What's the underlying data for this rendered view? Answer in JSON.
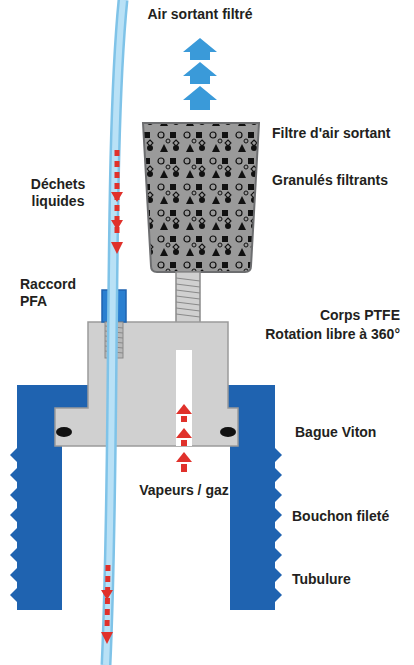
{
  "diagram": {
    "labels": [
      "Air sortant filtré",
      "Filtre d'air sortant",
      "Granulés filtrants",
      "Déchets liquides",
      "Raccord PFA",
      "Corps PTFE",
      "Rotation libre à 360°",
      "Bague Viton",
      "Vapeurs / gaz",
      "Bouchon fileté",
      "Tubulure"
    ]
  }
}
